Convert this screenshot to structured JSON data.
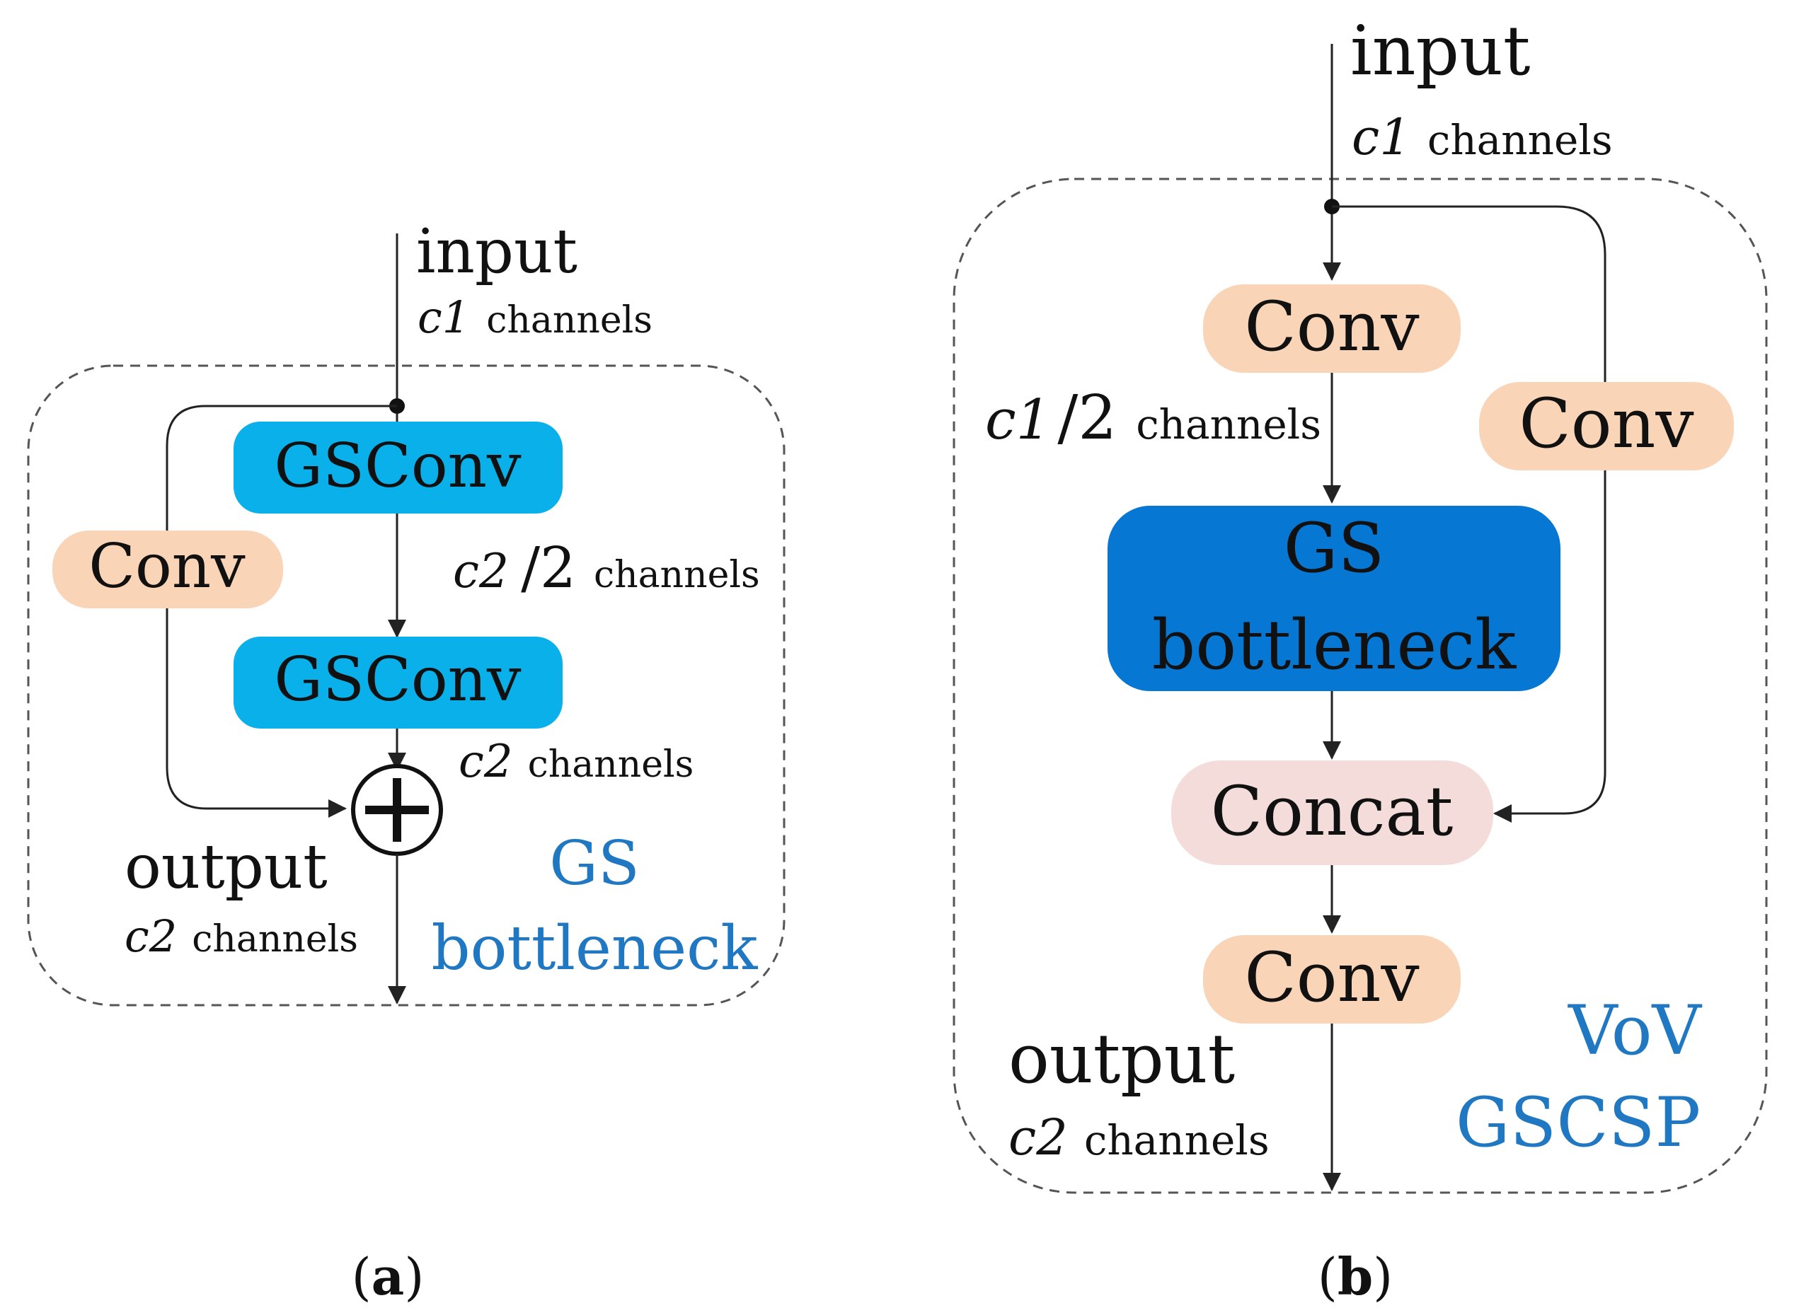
{
  "panel_a": {
    "input_label": "input",
    "input_channels_var": "c1",
    "input_channels_text": "channels",
    "gsconv_top": "GSConv",
    "gsconv_bottom": "GSConv",
    "mid_channels_var": "c2",
    "mid_channels_div": "/2",
    "mid_channels_text": "channels",
    "conv_label": "Conv",
    "after_channels_var": "c2",
    "after_channels_text": "channels",
    "output_label": "output",
    "output_channels_var": "c2",
    "output_channels_text": "channels",
    "module_name_line1": "GS",
    "module_name_line2": "bottleneck",
    "caption_open": "(",
    "caption_letter": "a",
    "caption_close": ")"
  },
  "panel_b": {
    "input_label": "input",
    "input_channels_var": "c1",
    "input_channels_text": "channels",
    "conv_top": "Conv",
    "half_channels_var": "c1",
    "half_channels_div": "/2",
    "half_channels_text": "channels",
    "conv_side": "Conv",
    "gs_line1": "GS",
    "gs_line2": "bottleneck",
    "concat_label": "Concat",
    "conv_bottom": "Conv",
    "output_label": "output",
    "output_channels_var": "c2",
    "output_channels_text": "channels",
    "module_name_line1": "VoV",
    "module_name_line2": "GSCSP",
    "caption_open": "(",
    "caption_letter": "b",
    "caption_close": ")"
  },
  "colors": {
    "gsconv_fill": "#0ab0ea",
    "gs_bottleneck_fill": "#0677d3",
    "conv_fill": "#f9d4b6",
    "concat_fill": "#f3dcd9",
    "module_name_text": "#1f78c1",
    "line": "#222222",
    "dashed_border": "#555555"
  }
}
